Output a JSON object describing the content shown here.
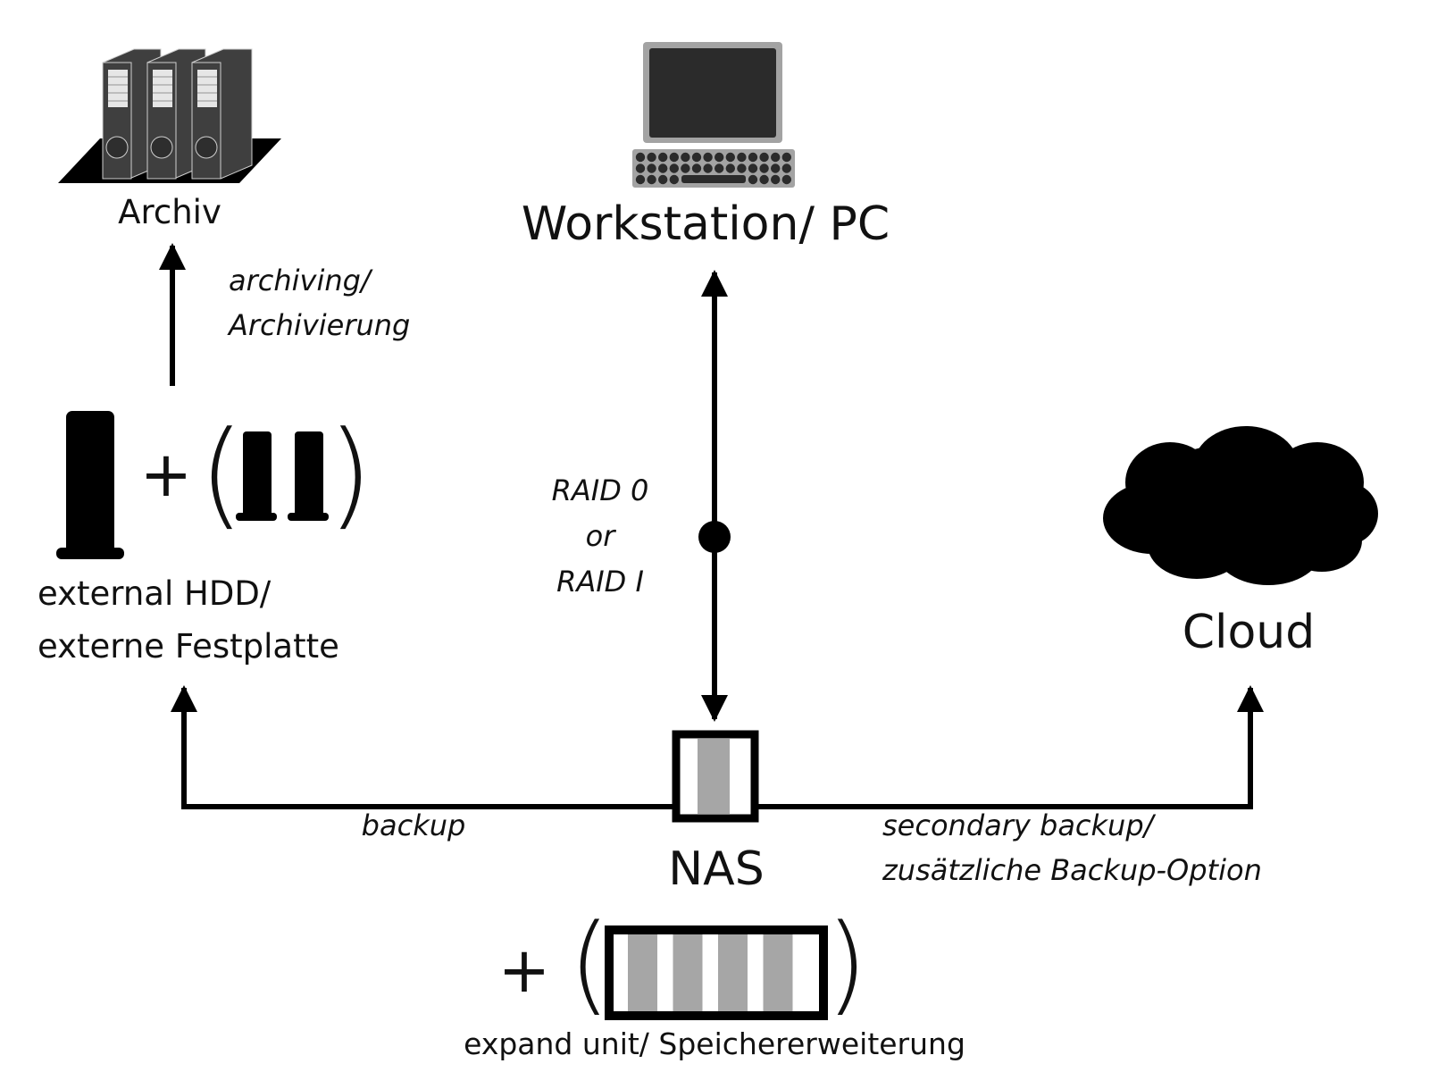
{
  "nodes": {
    "archive": {
      "label": "Archiv",
      "icon": "binder-archive-icon"
    },
    "workstation": {
      "label": "Workstation/ PC",
      "icon": "computer-icon"
    },
    "external_hdd": {
      "label_line1": "external HDD/",
      "label_line2": "externe Festplatte",
      "plus": "+",
      "paren_open": "(",
      "paren_close": ")",
      "icon": "hdd-icon"
    },
    "cloud": {
      "label": "Cloud",
      "icon": "cloud-icon"
    },
    "nas": {
      "label": "NAS",
      "icon": "nas-icon"
    },
    "expand_unit": {
      "label": "expand unit/ Speichererweiterung",
      "plus": "+",
      "paren_open": "(",
      "paren_close": ")",
      "icon": "expansion-unit-icon",
      "bays": 4
    }
  },
  "edges": {
    "archiving": {
      "line1": "archiving/",
      "line2": "Archivierung"
    },
    "raid": {
      "line1": "RAID 0",
      "line2": "or",
      "line3": "RAID I"
    },
    "backup": {
      "label": "backup"
    },
    "secondary": {
      "line1": "secondary backup/",
      "line2": "zusätzliche Backup-Option"
    }
  },
  "colors": {
    "ink": "#000000",
    "binder": "#3f3f3f",
    "monitor_frame": "#a3a3a3",
    "monitor_screen": "#2b2b2b",
    "bay_gray": "#a6a6a6"
  }
}
